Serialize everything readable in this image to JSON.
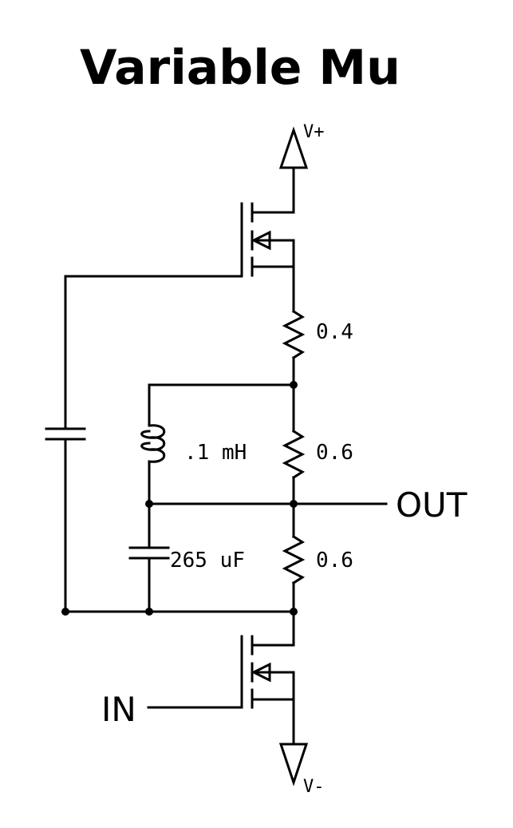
{
  "diagram": {
    "title": "Variable Mu",
    "supply_pos": "V+",
    "supply_neg": "V-",
    "input_label": "IN",
    "output_label": "OUT",
    "components": {
      "r_top": "0.4",
      "r_mid": "0.6",
      "r_bot": "0.6",
      "inductor": ".1 mH",
      "capacitor": "265 uF"
    }
  }
}
